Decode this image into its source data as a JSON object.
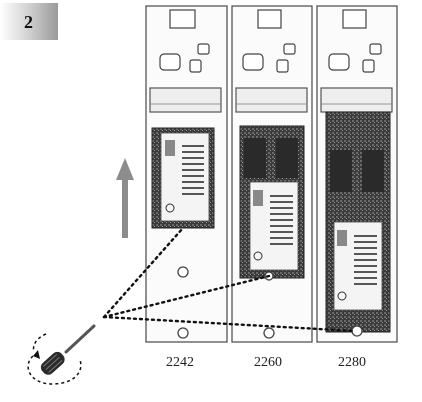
{
  "step": {
    "number": "2"
  },
  "trays": [
    {
      "label": "2242"
    },
    {
      "label": "2260"
    },
    {
      "label": "2280"
    }
  ]
}
